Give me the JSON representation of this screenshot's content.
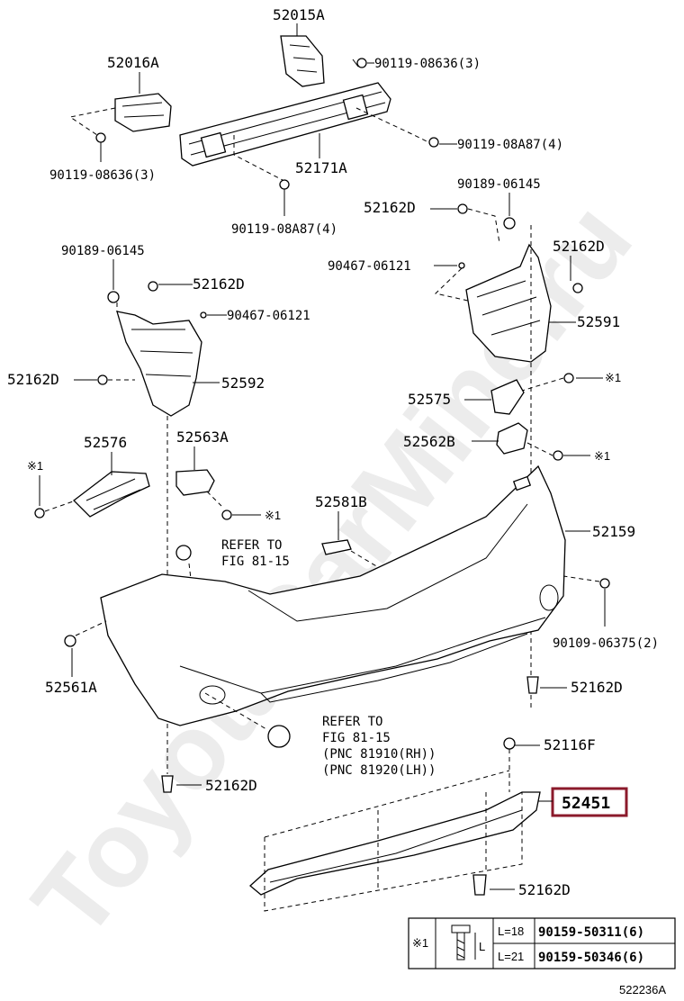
{
  "watermark": "ToyotaCarMine.ru",
  "diagram_code": "522236A",
  "highlighted_part": "52451",
  "labels": {
    "p52015A": "52015A",
    "p52016A": "52016A",
    "b90119_08636_top": "90119-08636(3)",
    "b90119_08636_left": "90119-08636(3)",
    "b90119_08A87_right": "90119-08A87(4)",
    "b90119_08A87_bottom": "90119-08A87(4)",
    "p52171A": "52171A",
    "b90189_06145_r": "90189-06145",
    "p52162D_a": "52162D",
    "b90189_06145_l": "90189-06145",
    "p52162D_b": "52162D",
    "b90467_06121_r": "90467-06121",
    "p52162D_c": "52162D",
    "b90467_06121_l": "90467-06121",
    "p52591": "52591",
    "p52162D_d": "52162D",
    "p52592": "52592",
    "ref1_a": "※1",
    "p52575": "52575",
    "p52576": "52576",
    "p52563A": "52563A",
    "p52562B": "52562B",
    "ref1_b": "※1",
    "ref1_c": "※1",
    "ref1_d": "※1",
    "p52581B": "52581B",
    "p52159": "52159",
    "refer1_line1": "REFER TO",
    "refer1_line2": "FIG 81-15",
    "b90109_06375": "90109-06375(2)",
    "p52561A": "52561A",
    "p52162D_e": "52162D",
    "refer2_line1": "REFER TO",
    "refer2_line2": "FIG 81-15",
    "refer2_line3": "(PNC 81910(RH))",
    "refer2_line4": "(PNC 81920(LH))",
    "p52116F": "52116F",
    "p52162D_f": "52162D",
    "p52451": "52451",
    "p52162D_g": "52162D"
  },
  "legend": {
    "ref": "※1",
    "dim": "L",
    "rows": [
      {
        "length": "L=18",
        "part": "90159-50311(6)"
      },
      {
        "length": "L=21",
        "part": "90159-50346(6)"
      }
    ]
  },
  "colors": {
    "highlight": "#8b1a2b",
    "line": "#000000"
  }
}
